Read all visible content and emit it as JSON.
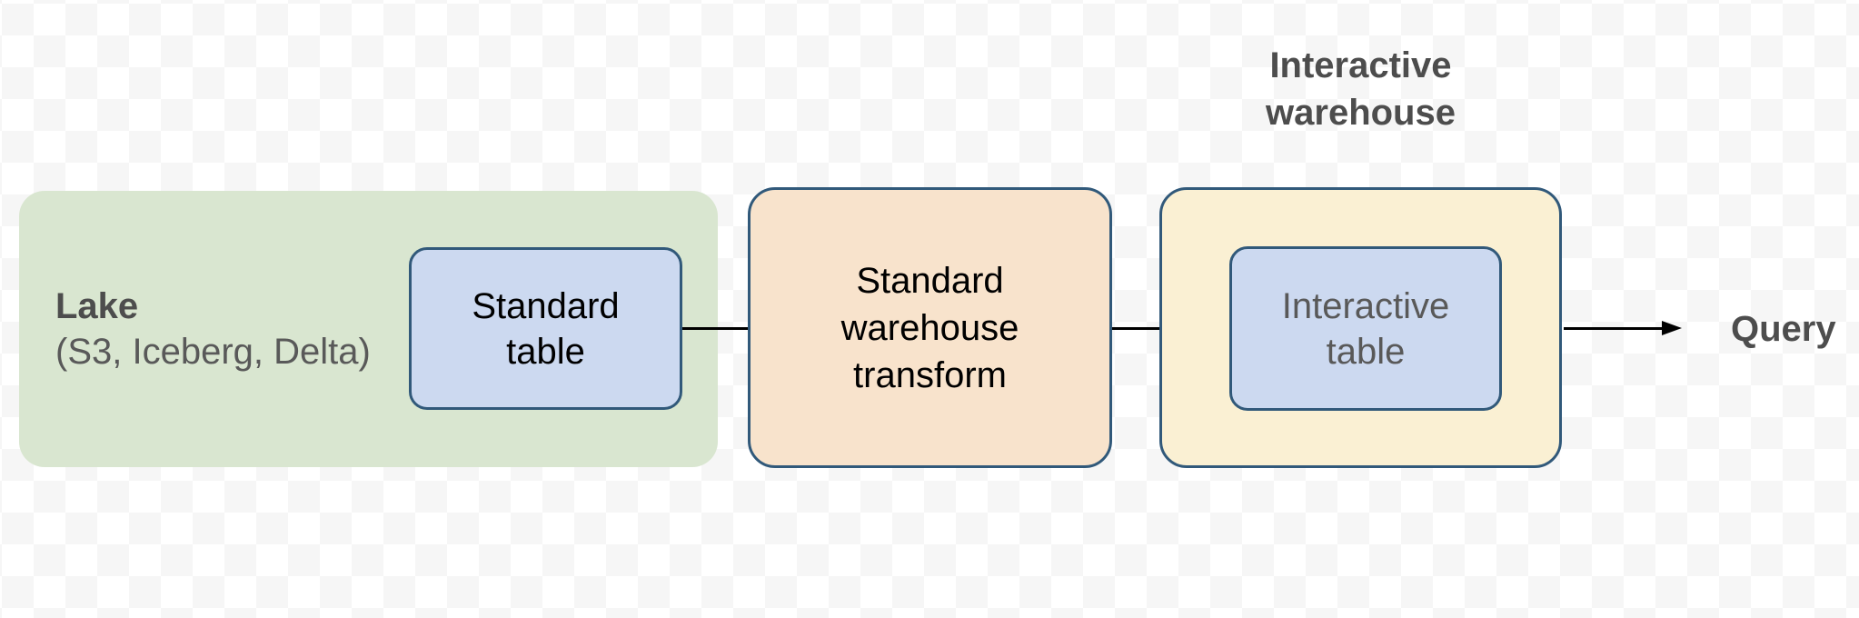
{
  "diagram": {
    "lake": {
      "title": "Lake",
      "subtitle": "(S3, Iceberg, Delta)"
    },
    "standard_table": {
      "line1": "Standard",
      "line2": "table"
    },
    "warehouse_transform": {
      "line1": "Standard",
      "line2": "warehouse",
      "line3": "transform"
    },
    "interactive_warehouse": {
      "label_line1": "Interactive",
      "label_line2": "warehouse"
    },
    "interactive_table": {
      "line1": "Interactive",
      "line2": "table"
    },
    "query": {
      "label": "Query"
    }
  },
  "colors": {
    "lake_fill": "#d9e6d0",
    "table_fill": "#ccd9f0",
    "transform_fill": "#f8e3cc",
    "warehouse_fill": "#faf0d3",
    "node_border": "#31597a",
    "connector": "#000000",
    "heading_text": "#4d4d4d",
    "muted_text": "#595959",
    "node_text": "#000000",
    "checker_light": "#ffffff",
    "checker_dark": "#f6f6f6"
  }
}
